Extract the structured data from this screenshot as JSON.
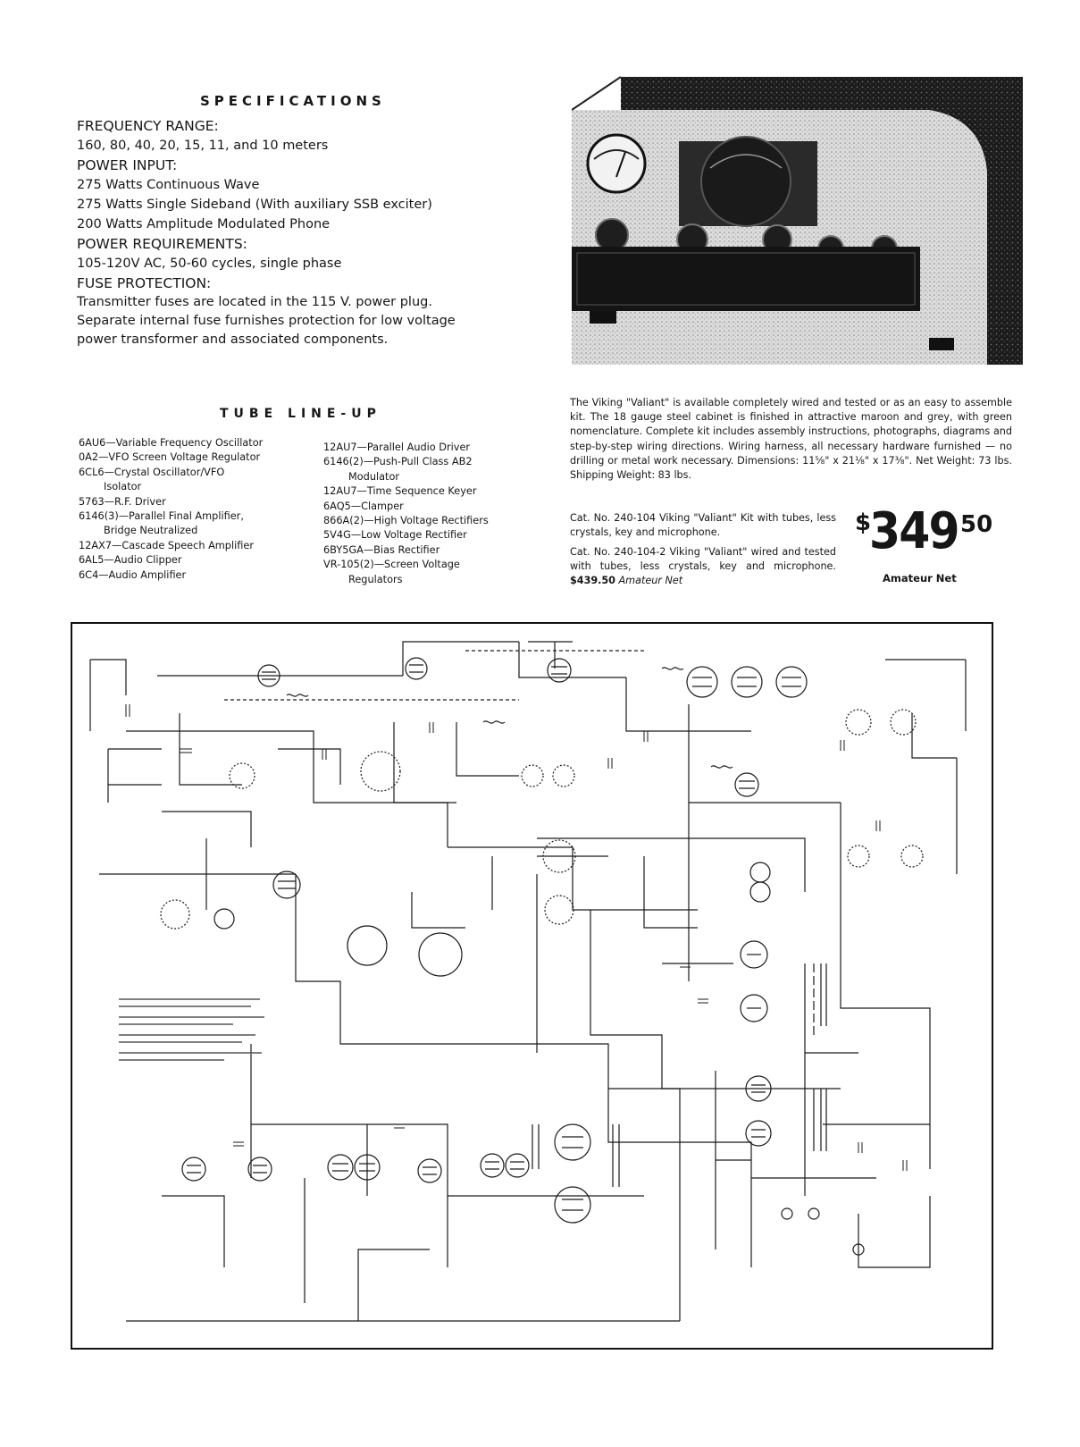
{
  "specifications": {
    "title": "SPECIFICATIONS",
    "frequency_range": {
      "heading": "FREQUENCY RANGE:",
      "value": "160, 80, 40, 20, 15, 11, and 10 meters"
    },
    "power_input": {
      "heading": "POWER INPUT:",
      "lines": [
        "275 Watts Continuous Wave",
        "275 Watts Single Sideband (With auxiliary SSB exciter)",
        "200 Watts Amplitude Modulated Phone"
      ]
    },
    "power_requirements": {
      "heading": "POWER REQUIREMENTS:",
      "value": "105-120V AC, 50-60 cycles, single phase"
    },
    "fuse_protection": {
      "heading": "FUSE PROTECTION:",
      "lines": [
        "Transmitter fuses are located in the 115 V. power plug.",
        "Separate internal fuse furnishes protection for low voltage",
        "power transformer and associated components."
      ]
    }
  },
  "tube_lineup": {
    "title": "TUBE LINE-UP",
    "column_1": [
      "6AU6—Variable Frequency Oscillator",
      "0A2—VFO Screen Voltage Regulator",
      "6CL6—Crystal Oscillator/VFO",
      "Isolator",
      "5763—R.F. Driver",
      "6146(3)—Parallel Final Amplifier,",
      "Bridge Neutralized",
      "12AX7—Cascade Speech Amplifier",
      "6AL5—Audio Clipper",
      "6C4—Audio Amplifier"
    ],
    "column_2": [
      "12AU7—Parallel Audio Driver",
      "6146(2)—Push-Pull Class AB2",
      "Modulator",
      "12AU7—Time Sequence Keyer",
      "6AQ5—Clamper",
      "866A(2)—High Voltage Rectifiers",
      "5V4G—Low Voltage Rectifier",
      "6BY5GA—Bias Rectifier",
      "VR-105(2)—Screen Voltage",
      "Regulators"
    ]
  },
  "description": "The Viking \"Valiant\" is available completely wired and tested or as an easy to assemble kit. The 18 gauge steel cabinet is finished in attractive maroon and grey, with green nomenclature. Complete kit includes assembly instructions, photographs, diagrams and step-by-step wiring directions. Wiring harness, all necessary hardware furnished — no drilling or metal work necessary. Dimensions: 11⅝\" x 21⅛\" x 17⅜\". Net Weight: 73 lbs. Shipping Weight: 83 lbs.",
  "catalog": {
    "kit": "Cat. No. 240-104 Viking \"Valiant\" Kit with tubes, less crystals, key and microphone.",
    "wired_text": "Cat. No. 240-104-2 Viking \"Valiant\" wired and tested with tubes, less crystals, key and microphone.",
    "wired_price": "$439.50",
    "wired_price_label": "Amateur Net"
  },
  "price": {
    "dollar_sign": "$",
    "main": "349",
    "cents": "50",
    "label": "Amateur Net"
  }
}
